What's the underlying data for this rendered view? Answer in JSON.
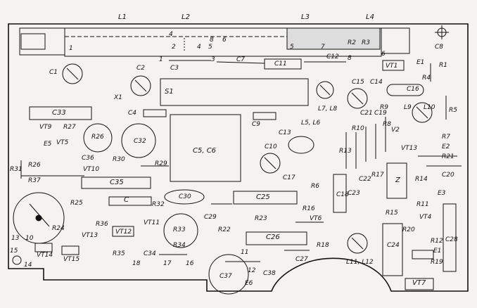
{
  "board": {
    "header_labels": {
      "l1": "L1",
      "l2": "L2",
      "l3": "L3",
      "l4": "L4"
    },
    "parts": {
      "c1": "C1",
      "c2": "C2",
      "x1": "X1",
      "s1": "S1",
      "c3": "C3",
      "c4": "C4",
      "c5c6": "C5, C6",
      "c7": "C7",
      "c8": "C8",
      "c9": "C9",
      "c10": "C10",
      "c11": "C11",
      "c12": "C12",
      "c13": "C13",
      "c14": "C14",
      "c15": "C15",
      "c16": "C16",
      "c17": "C17",
      "c18": "C18",
      "c19": "C19",
      "c20": "C20",
      "c21": "C21",
      "c22": "C22",
      "c23": "C23",
      "c24": "C24",
      "c25": "C25",
      "c26": "C26",
      "c27": "C27",
      "c28": "C28",
      "c29": "C29",
      "c30": "C30",
      "c32": "C32",
      "c33": "C33",
      "c34": "C34",
      "c35": "C35",
      "c36": "C36",
      "c37": "C37",
      "c38": "C38",
      "c": "C",
      "r1": "R1",
      "r2": "R2",
      "r3": "R3",
      "r4": "R4",
      "r5": "R5",
      "r6": "R6",
      "r7": "R7",
      "r8": "R8",
      "r9": "R9",
      "r10": "R10",
      "r11": "R11",
      "r12": "R12",
      "r13": "R13",
      "r14": "R14",
      "r15": "R15",
      "r16": "R16",
      "r17": "R17",
      "r18": "R18",
      "r19": "R19",
      "r20": "R20",
      "r21": "R21",
      "r22": "R22",
      "r23": "R23",
      "r24": "R24",
      "r25": "R25",
      "r26": "R26",
      "r26b": "R26",
      "r27": "R27",
      "r29": "R29",
      "r30": "R30",
      "r31": "R31",
      "r32": "R32",
      "r33": "R33",
      "r34": "R34",
      "r35": "R35",
      "r36": "R36",
      "r37": "R37",
      "vt1": "VT1",
      "vt4": "VT4",
      "vt5": "VT5",
      "vt6": "VT6",
      "vt7": "VT7",
      "vt9": "VT9",
      "vt10": "VT10",
      "vt11": "VT11",
      "vt12": "VT12",
      "vt13": "VT13",
      "vt13b": "VT13",
      "vt14": "VT14",
      "vt15": "VT15",
      "l5l6": "L5, L6",
      "l7l8": "L7, L8",
      "l9": "L9",
      "l10": "L10",
      "l11l12": "L11, L12",
      "e1": "E1",
      "e1b": "E1",
      "e2": "E2",
      "e3": "E3",
      "e5": "E5",
      "e6": "E6",
      "z": "Z",
      "v2": "V2"
    },
    "pins": {
      "p1": "1",
      "p1b": "1",
      "p2": "2",
      "p3": "3",
      "p4": "4",
      "p4b": "4",
      "p5": "5",
      "p5b": "5",
      "p6": "6",
      "p6b": "6",
      "p7": "7",
      "p8": "8",
      "p8b": "8",
      "p10": "10",
      "p11": "11",
      "p12": "12",
      "p13": "13",
      "p14": "14",
      "p15": "15",
      "p16": "16",
      "p17": "17",
      "p18": "18"
    }
  }
}
